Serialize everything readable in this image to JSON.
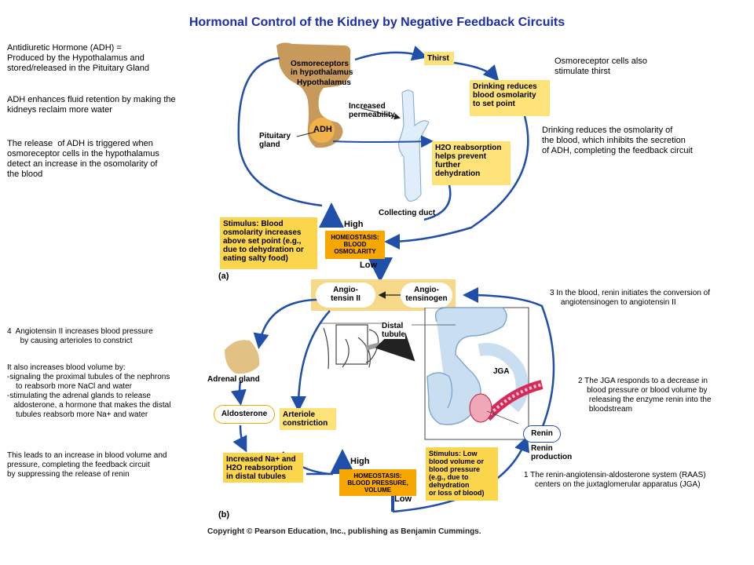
{
  "title": "Hormonal Control of the Kidney by Negative Feedback Circuits",
  "notes_left_top": {
    "adh_def": "Antidiuretic Hormone (ADH) =\nProduced by the Hypothalamus and\nstored/released in the Pituitary Gland",
    "adh_enhances": "ADH enhances fluid retention by making the\nkidneys reclaim more water",
    "adh_release": "The release  of ADH is triggered when\nosmoreceptor cells in the hypothalamus\ndetect an increase in the osomolarity of\nthe blood"
  },
  "notes_right_top": {
    "thirst": "Osmoreceptor cells also\nstimulate thirst",
    "drinking": "Drinking reduces the osmolarity of\nthe blood, which inhibits the secretion\nof ADH, completing the feedback circuit"
  },
  "notes_left_bottom": {
    "step4": "4  Angiotensin II increases blood pressure\n      by causing arterioles to constrict",
    "volume": "It also increases blood volume by:\n-signaling the proximal tubules of the nephrons\n    to reabsorb more NaCl and water\n-stimulating the adrenal glands to release\n   aldosterone, a hormone that makes the distal\n    tubules reabsorb more Na+ and water",
    "leads": "This leads to an increase in blood volume and\npressure, completing the feedback circuit\nby suppressing the release of renin"
  },
  "notes_right_bottom": {
    "step3": "3 In the blood, renin initiates the conversion of\n     angiotensinogen to angiotensin II",
    "step2": "2 The JGA responds to a decrease in\n    blood pressure or blood volume by\n     releasing the enzyme renin into the\n     bloodstream",
    "step1": "1 The renin-angiotensin-aldosterone system (RAAS)\n     centers on the juxtaglomerular apparatus (JGA)"
  },
  "figure_a": {
    "panel_label": "(a)",
    "osmoreceptors": "Osmoreceptors\nin hypothalamus",
    "hypothalamus": "Hypothalamus",
    "adh": "ADH",
    "pituitary": "Pituitary\ngland",
    "increased_perm": "Increased\npermeability",
    "collecting_duct": "Collecting duct",
    "thirst": "Thirst",
    "drinking_box": "Drinking reduces\nblood osmolarity\nto set point",
    "h2o_box": "H2O reabsorption\nhelps prevent\nfurther\ndehydration",
    "stimulus_box": "Stimulus: Blood\nosmolarity increases\nabove set point (e.g.,\ndue to dehydration or\neating salty food)",
    "high": "High",
    "low": "Low",
    "homeostasis": "HOMEOSTASIS:\nBLOOD\nOSMOLARITY"
  },
  "figure_b": {
    "panel_label": "(b)",
    "angiotensin2": "Angio-\ntensin II",
    "angiotensinogen": "Angio-\ntensinogen",
    "distal_tubule": "Distal\ntubule",
    "jga": "JGA",
    "adrenal": "Adrenal gland",
    "aldosterone": "Aldosterone",
    "arteriole": "Arteriole\nconstriction",
    "na_box": "Increased Na+ and\nH2O reabsorption\nin distal tubules",
    "homeostasis": "HOMEOSTASIS:\nBLOOD PRESSURE,\nVOLUME",
    "high": "High",
    "low": "Low",
    "stimulus_box": "Stimulus: Low\nblood volume or\nblood pressure\n(e.g., due to\ndehydration\nor loss of blood)",
    "renin": "Renin",
    "renin_prod": "Renin\nproduction"
  },
  "copyright": "Copyright © Pearson Education, Inc., publishing as Benjamin Cummings.",
  "colors": {
    "title": "#1a2fa8",
    "arrow": "#1f4fa8",
    "yellow_box": "#fbd54b",
    "homeostasis": "#f6a800",
    "brain": "#c79a5c",
    "kidney_bg": "#c9def0"
  }
}
